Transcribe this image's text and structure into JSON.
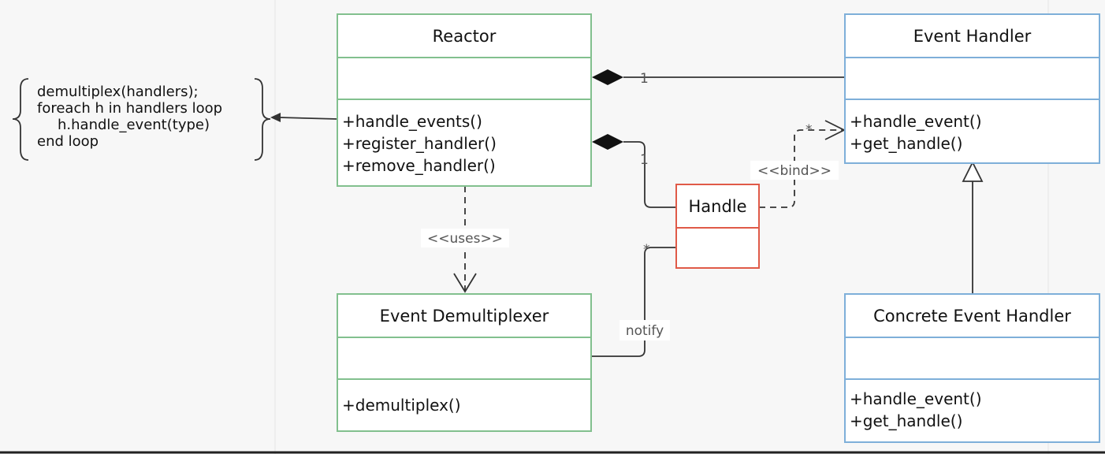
{
  "colors": {
    "green": "#82c08e",
    "blue": "#7eafd9",
    "red": "#e05a48",
    "line": "#333333"
  },
  "note": {
    "lines": [
      "demultiplex(handlers);",
      "foreach h in handlers loop",
      "h.handle_event(type)",
      "end loop"
    ]
  },
  "classes": {
    "reactor": {
      "name": "Reactor",
      "operations": [
        "+handle_events()",
        "+register_handler()",
        "+remove_handler()"
      ]
    },
    "event_handler": {
      "name": "Event Handler",
      "operations": [
        "+handle_event()",
        "+get_handle()"
      ]
    },
    "handle": {
      "name": "Handle"
    },
    "event_demultiplexer": {
      "name": "Event Demultiplexer",
      "operations": [
        "+demultiplex()"
      ]
    },
    "concrete_event_handler": {
      "name": "Concrete Event Handler",
      "operations": [
        "+handle_event()",
        "+get_handle()"
      ]
    }
  },
  "relations": {
    "reactor_eventhandler_mult": "1",
    "reactor_handle_mult": "1",
    "uses_label": "<<uses>>",
    "bind_label": "<<bind>>",
    "bind_mult": "*",
    "notify_label": "notify",
    "notify_mult": "*"
  }
}
